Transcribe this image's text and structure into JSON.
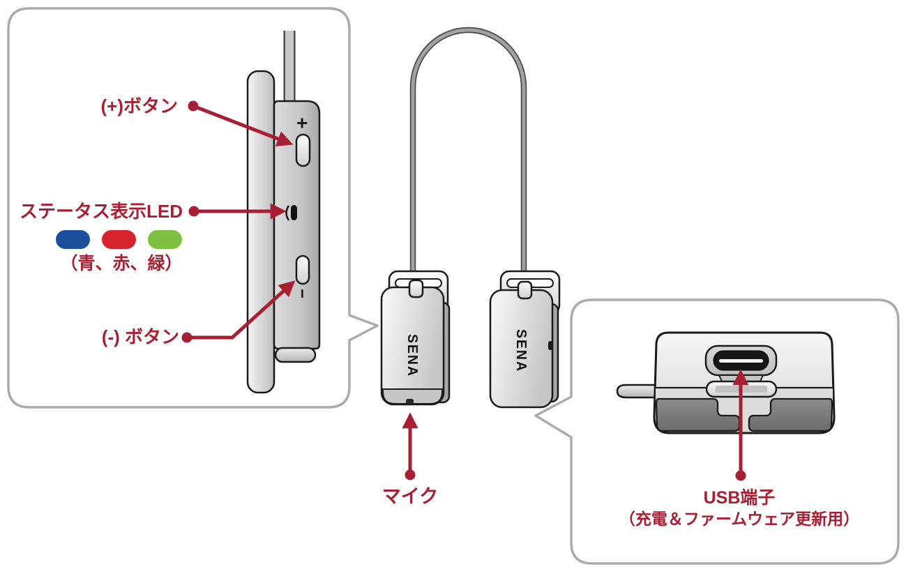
{
  "colors": {
    "accent": "#A81E32",
    "outline": "#1A1A1A",
    "callout_border": "#ABABAB",
    "led_blue": "#1B4F9A",
    "led_red": "#D7232E",
    "led_green": "#7EC142"
  },
  "side_view_callout": {
    "plus_button_label": "(+)ボタン",
    "status_led_label": "ステータス表示LED",
    "led_colors_label": "（青、赤、緑）",
    "minus_button_label": "(-) ボタン",
    "volume_plus_mark": "+",
    "volume_minus_mark": "−",
    "leds": [
      {
        "name": "blue",
        "color": "#1B4F9A"
      },
      {
        "name": "red",
        "color": "#D7232E"
      },
      {
        "name": "green",
        "color": "#7EC142"
      }
    ]
  },
  "main_view": {
    "brand": "SENA",
    "mic_label": "マイク"
  },
  "usb_callout": {
    "title": "USB端子",
    "note": "（充電＆ファームウェア更新用）"
  }
}
